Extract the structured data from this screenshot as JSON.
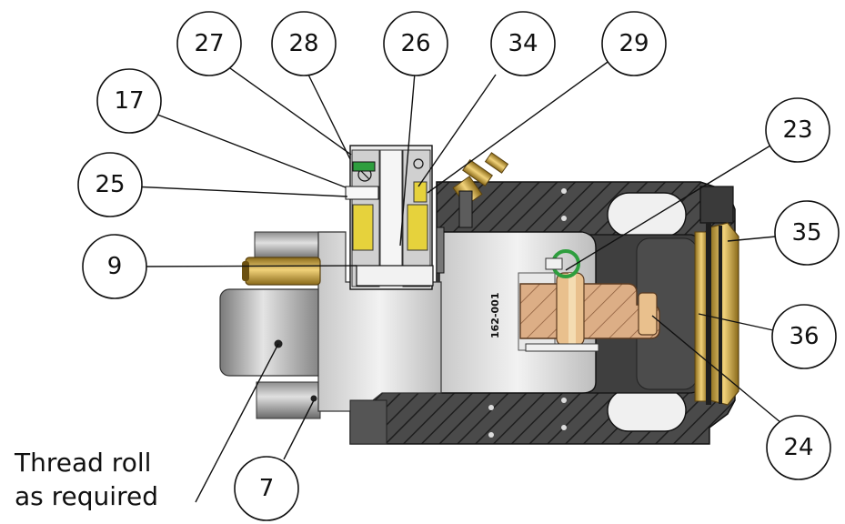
{
  "balloons": {
    "b27": "27",
    "b28": "28",
    "b26": "26",
    "b34": "34",
    "b29": "29",
    "b17": "17",
    "b25": "25",
    "b9": "9",
    "b23": "23",
    "b35": "35",
    "b36": "36",
    "b24": "24",
    "b7": "7"
  },
  "note": {
    "line1": "Thread roll",
    "line2": "as required"
  },
  "part_marking": "162-001",
  "colors": {
    "dark_body": "#5a5a5a",
    "hatch": "#2b2b2b",
    "brass": "#c9a54a",
    "copper": "#d9a57a",
    "seal_green": "#2e9e3e",
    "light_steel": "#d8d8d8",
    "cylinder": "#a9a9a9"
  }
}
